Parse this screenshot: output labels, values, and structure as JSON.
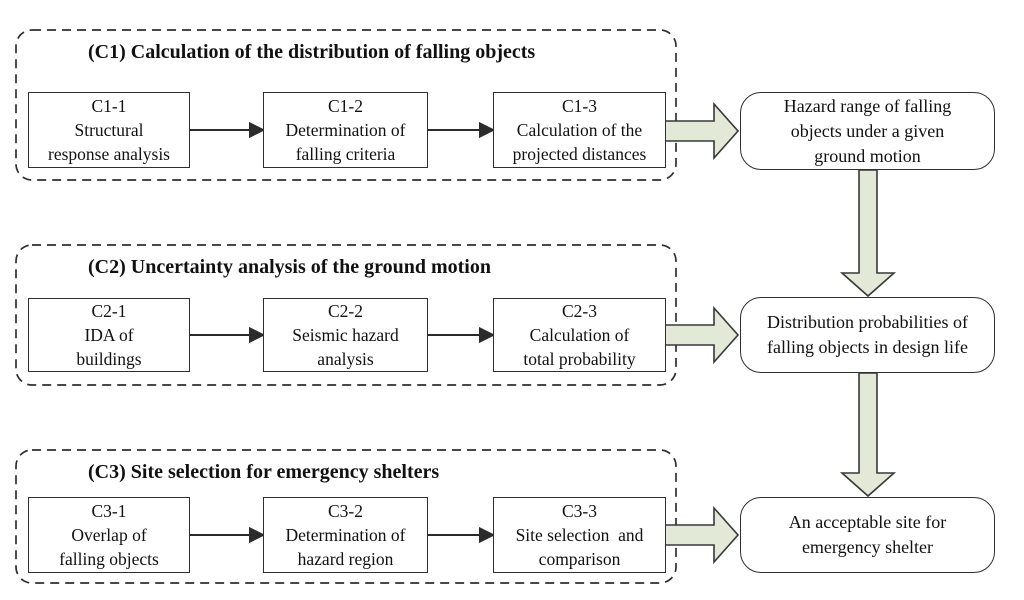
{
  "colors": {
    "background": "#ffffff",
    "line": "#2f2f2f",
    "block_arrow_fill": "#e3e9d7",
    "text": "#111111"
  },
  "groups": [
    {
      "title": "(C1) Calculation of the distribution of falling objects",
      "steps": [
        {
          "code": "C1-1",
          "line1": "Structural",
          "line2": "response analysis"
        },
        {
          "code": "C1-2",
          "line1": "Determination of",
          "line2": "falling criteria"
        },
        {
          "code": "C1-3",
          "line1": "Calculation of the",
          "line2": "projected distances"
        }
      ],
      "output": {
        "line1": "Hazard range of falling",
        "line2": "objects under a given",
        "line3": "ground motion"
      }
    },
    {
      "title": "(C2) Uncertainty analysis of the ground motion",
      "steps": [
        {
          "code": "C2-1",
          "line1": "IDA of",
          "line2": "buildings"
        },
        {
          "code": "C2-2",
          "line1": "Seismic hazard",
          "line2": "analysis"
        },
        {
          "code": "C2-3",
          "line1": "Calculation of",
          "line2": "total probability"
        }
      ],
      "output": {
        "line1": "Distribution probabilities of",
        "line2": "falling objects in design life"
      }
    },
    {
      "title": "(C3) Site selection for emergency shelters",
      "steps": [
        {
          "code": "C3-1",
          "line1": "Overlap of",
          "line2": "falling objects"
        },
        {
          "code": "C3-2",
          "line1": "Determination of",
          "line2": "hazard region"
        },
        {
          "code": "C3-3",
          "line1": "Site selection  and",
          "line2": "comparison"
        }
      ],
      "output": {
        "line1": "An acceptable site for",
        "line2": "emergency shelter"
      }
    }
  ]
}
